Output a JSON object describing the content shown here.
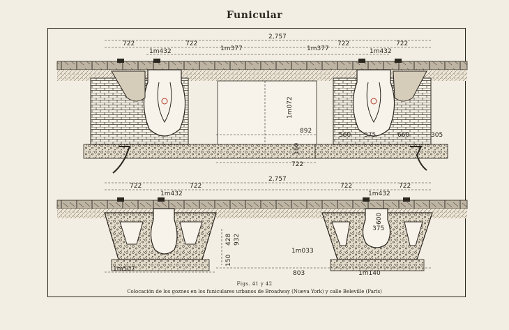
{
  "page": {
    "title": "Funicular"
  },
  "figure": {
    "number": "Figs. 41 y 42",
    "caption": "Colocación de los goznes en los funiculares urbanos de Broadway (Nueva York) y calle Beleville (París)"
  },
  "dimensions_top": {
    "overall": "2,757",
    "left_a": "722",
    "left_b": "722",
    "right_a": "722",
    "right_b": "722",
    "left_gauge": "1m432",
    "right_gauge": "1m432",
    "left_inner": "1m377",
    "right_inner": "1m377",
    "center_vertical": "1m072",
    "center_width": "892",
    "slot_depth": "150",
    "bottom_722": "722",
    "right_detail_a": "560",
    "right_detail_b": "375",
    "right_detail_c": "660",
    "right_detail_d": "305"
  },
  "dimensions_bottom": {
    "overall": "2,757",
    "left_a": "722",
    "left_b": "722",
    "right_a": "722",
    "right_b": "722",
    "left_gauge": "1m432",
    "right_gauge": "1m432",
    "slot_width": "375",
    "slot_depth": "600",
    "height_a": "428",
    "height_b": "932",
    "base_150": "150",
    "left_base": "1m507",
    "center_base": "1m033",
    "total_base": "803",
    "right_base": "1m140"
  }
}
